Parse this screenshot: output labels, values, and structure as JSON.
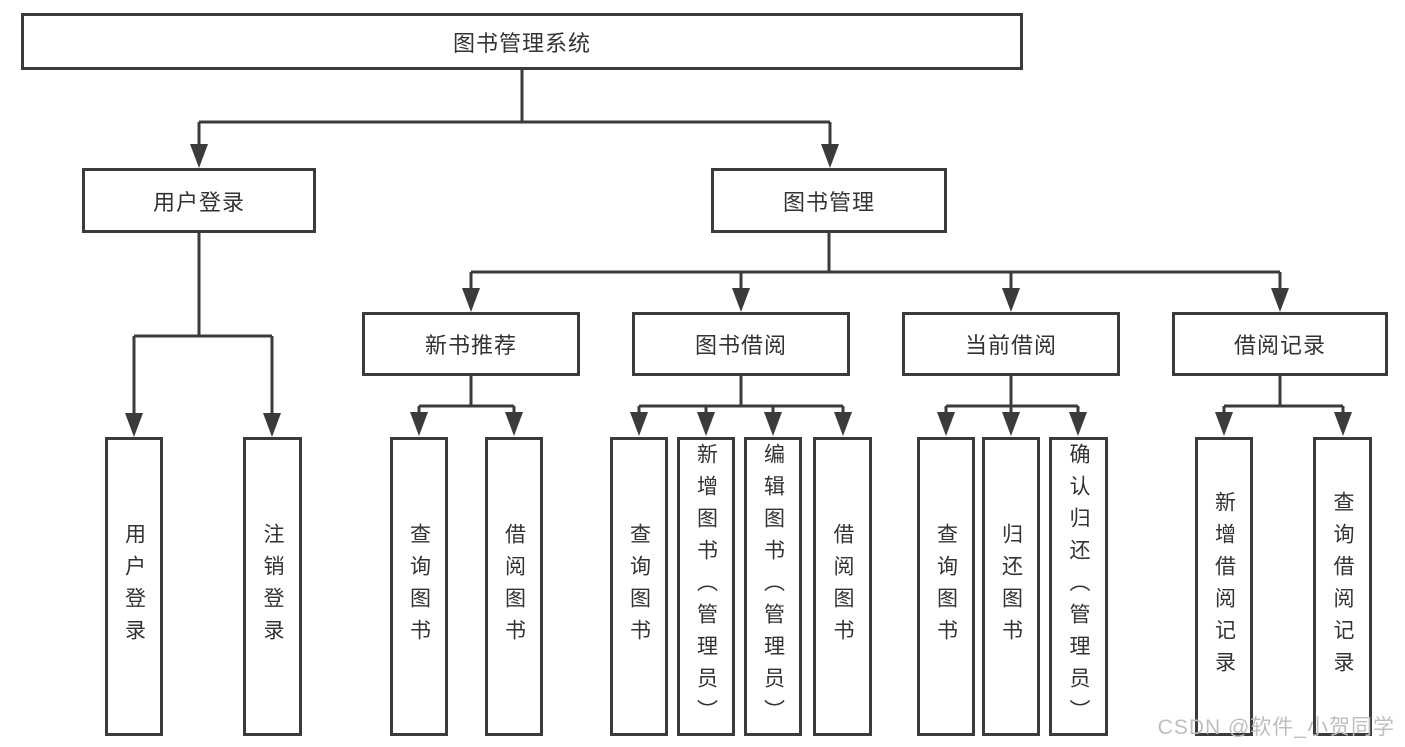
{
  "nodes": {
    "root": "图书管理系统",
    "user_login": "用户登录",
    "book_management": "图书管理",
    "new_book_recommend": "新书推荐",
    "book_borrowing": "图书借阅",
    "current_borrowing": "当前借阅",
    "borrowing_records": "借阅记录",
    "leaf_user_login": "用户登录",
    "leaf_logout": "注销登录",
    "leaf_nb_query_books": "查询图书",
    "leaf_nb_borrow_books": "借阅图书",
    "leaf_bb_query_books": "查询图书",
    "leaf_bb_add_books_admin": "新增图书（管理员）",
    "leaf_bb_edit_books_admin": "编辑图书（管理员）",
    "leaf_bb_borrow_books": "借阅图书",
    "leaf_cb_query_books": "查询图书",
    "leaf_cb_return_books": "归还图书",
    "leaf_cb_confirm_return_admin": "确认归还（管理员）",
    "leaf_br_add_record": "新增借阅记录",
    "leaf_br_query_record": "查询借阅记录"
  },
  "watermark": "CSDN @软件_小贺同学",
  "colors": {
    "line": "#3b3b3b",
    "text": "#333333",
    "watermark": "#bfbfbf",
    "background": "#ffffff"
  }
}
